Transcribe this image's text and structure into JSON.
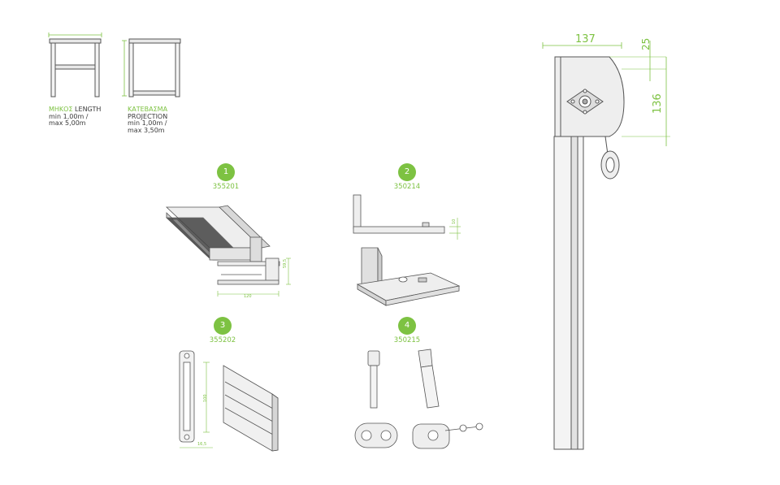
{
  "icons": {
    "length": "frame-length-icon",
    "projection": "frame-projection-icon"
  },
  "labels": {
    "length": {
      "green": "ΜΗΚΟΣ",
      "dark": " LENGTH",
      "line2": "min 1,00m /",
      "line3": "max 5,00m"
    },
    "projection": {
      "green": "ΚΑΤΕΒΑΣΜΑ",
      "line1b": "PROJECTION",
      "line2": "min 1,00m /",
      "line3": "max 3,50m"
    }
  },
  "parts": [
    {
      "number": "1",
      "code": "355201",
      "dims": [
        "120",
        "59,5"
      ]
    },
    {
      "number": "2",
      "code": "350214",
      "dims": [
        "10"
      ]
    },
    {
      "number": "3",
      "code": "355202",
      "dims": [
        "100",
        "16,5"
      ]
    },
    {
      "number": "4",
      "code": "350215",
      "dims": []
    }
  ],
  "section": {
    "dims": {
      "width": "137",
      "top": "25",
      "height": "136"
    }
  },
  "colors": {
    "accent": "#7dc242",
    "line": "#555555",
    "fill": "#e6e6e6"
  }
}
